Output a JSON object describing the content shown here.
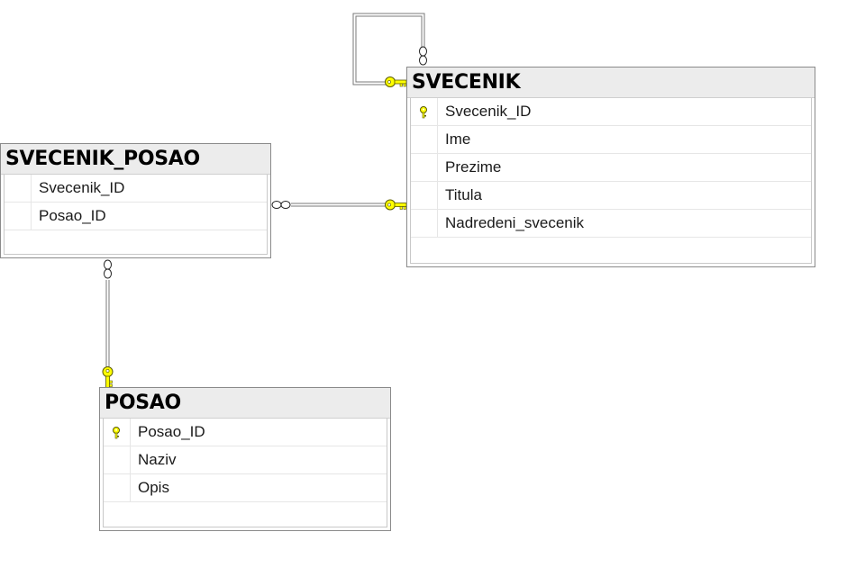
{
  "tables": {
    "svecenik": {
      "name": "SVECENIK",
      "columns": [
        {
          "name": "Svecenik_ID",
          "primary_key": true
        },
        {
          "name": "Ime",
          "primary_key": false
        },
        {
          "name": "Prezime",
          "primary_key": false
        },
        {
          "name": "Titula",
          "primary_key": false
        },
        {
          "name": "Nadredeni_svecenik",
          "primary_key": false
        }
      ]
    },
    "svecenik_posao": {
      "name": "SVECENIK_POSAO",
      "columns": [
        {
          "name": "Svecenik_ID",
          "primary_key": false
        },
        {
          "name": "Posao_ID",
          "primary_key": false
        }
      ]
    },
    "posao": {
      "name": "POSAO",
      "columns": [
        {
          "name": "Posao_ID",
          "primary_key": true
        },
        {
          "name": "Naziv",
          "primary_key": false
        },
        {
          "name": "Opis",
          "primary_key": false
        }
      ]
    }
  },
  "relationships": [
    {
      "from": "SVECENIK",
      "to": "SVECENIK",
      "from_end": "many",
      "to_end": "one"
    },
    {
      "from": "SVECENIK_POSAO",
      "to": "SVECENIK",
      "from_end": "many",
      "to_end": "one"
    },
    {
      "from": "SVECENIK_POSAO",
      "to": "POSAO",
      "from_end": "many",
      "to_end": "one"
    }
  ],
  "colors": {
    "key_icon": "#ffff00",
    "key_outline": "#5a5a00",
    "line": "#7a7a7a",
    "title_bar": "#ececec"
  }
}
